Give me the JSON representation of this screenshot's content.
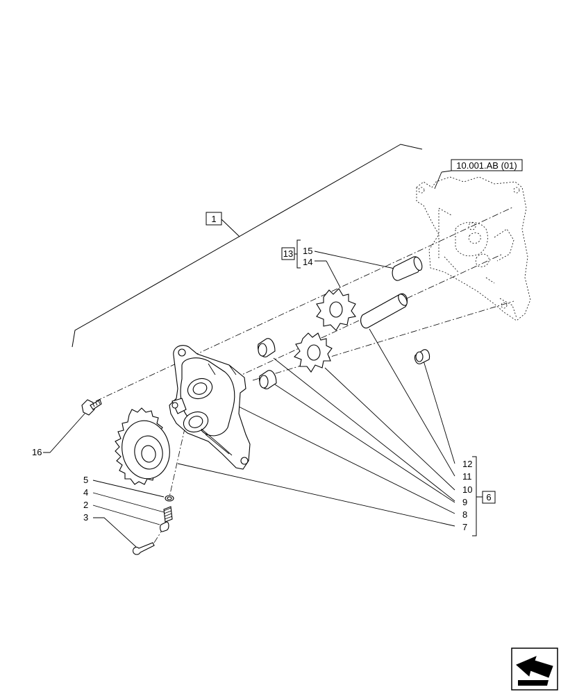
{
  "reference_label": "10.001.AB (01)",
  "callouts": {
    "c1": "1",
    "c2": "2",
    "c3": "3",
    "c4": "4",
    "c5": "5",
    "c6": "6",
    "c7": "7",
    "c8": "8",
    "c9": "9",
    "c10": "10",
    "c11": "11",
    "c12": "12",
    "c13": "13",
    "c14": "14",
    "c15": "15",
    "c16": "16"
  },
  "icons": {
    "navigation": "next-page-arrow-icon"
  }
}
